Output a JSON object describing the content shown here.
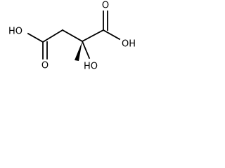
{
  "molecule": {
    "labels": {
      "left_oxygen": "O",
      "left_hydroxyl": "HO",
      "right_oxygen": "O",
      "right_hydroxyl": "OH",
      "hydroxyl_on_stereocenter": "HO"
    },
    "colors": {
      "bond": "#000000",
      "text": "#000000",
      "background": "#ffffff"
    }
  }
}
